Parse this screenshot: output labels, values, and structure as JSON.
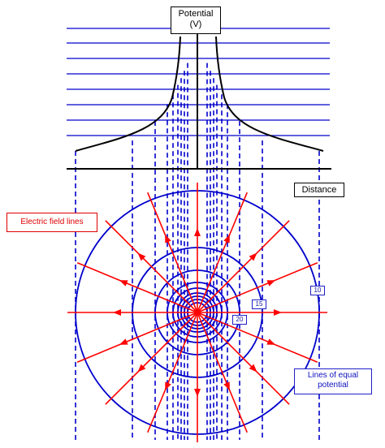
{
  "labels": {
    "potential_title": "Potential",
    "potential_unit": "(V)",
    "distance": "Distance",
    "electric_field_lines": "Electric field lines",
    "equal_potential_line1": "Lines of equal",
    "equal_potential_line2": "potential"
  },
  "equipotential_values": [
    "10",
    "15",
    "20"
  ],
  "colors": {
    "field_line": "#ff0000",
    "equipotential": "#0000cc",
    "potential_curve": "#000000",
    "axis": "#000000"
  },
  "field_line_count": 16,
  "equipotential_circle_count": 9
}
